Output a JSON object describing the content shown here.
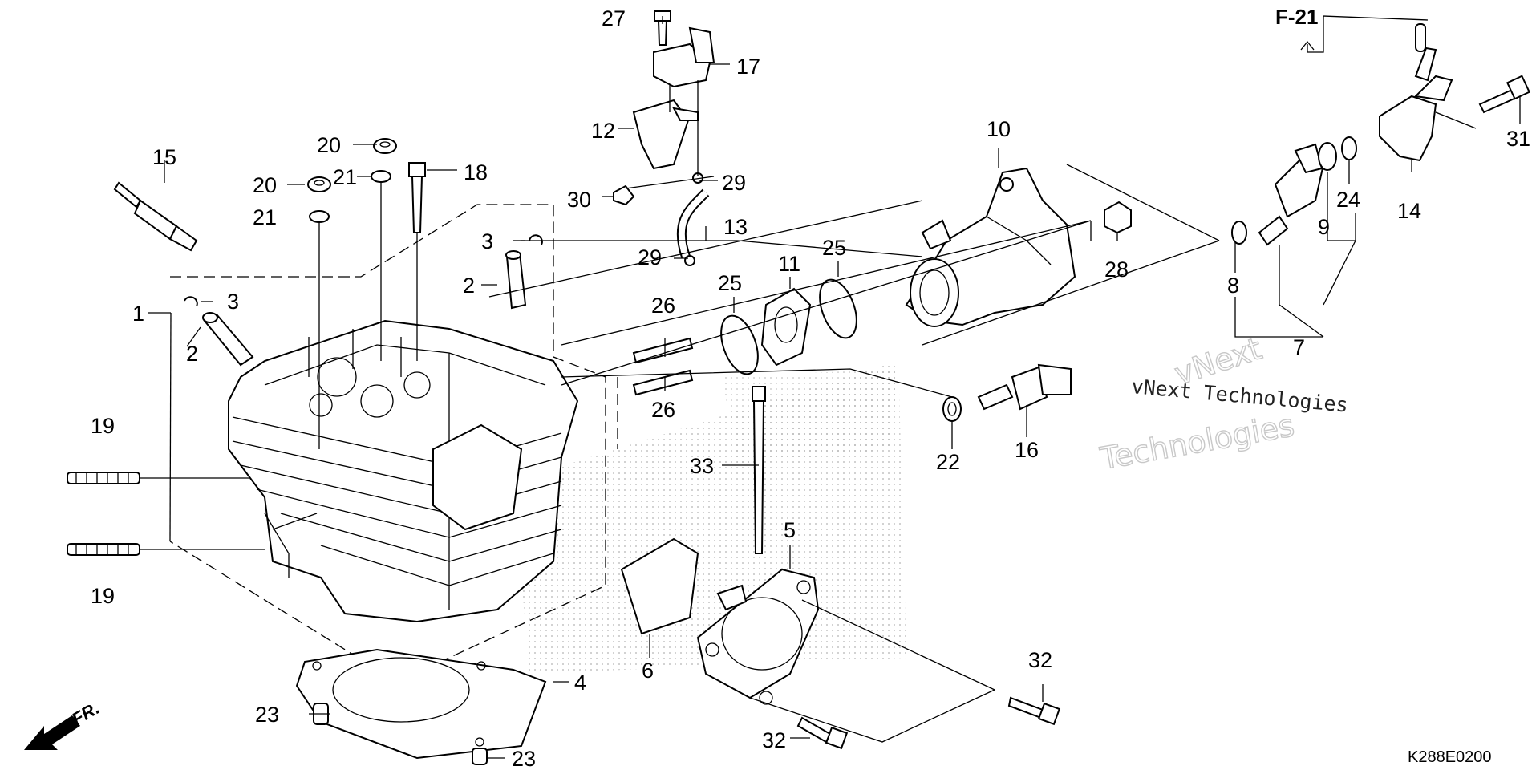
{
  "diagram": {
    "figure_ref": "F-21",
    "front_marker": "FR.",
    "drawing_code": "K288E0200",
    "watermark": {
      "brand": "vNext",
      "brand_sub": "Technologies",
      "line": "vNext Technologies"
    },
    "labels": {
      "p1": "1",
      "p2a": "2",
      "p2b": "2",
      "p3a": "3",
      "p3b": "3",
      "p4": "4",
      "p5": "5",
      "p6": "6",
      "p7": "7",
      "p8": "8",
      "p9": "9",
      "p10": "10",
      "p11": "11",
      "p12": "12",
      "p13": "13",
      "p14": "14",
      "p15": "15",
      "p16": "16",
      "p17": "17",
      "p18": "18",
      "p19a": "19",
      "p19b": "19",
      "p20a": "20",
      "p20b": "20",
      "p21a": "21",
      "p21b": "21",
      "p22": "22",
      "p23a": "23",
      "p23b": "23",
      "p24": "24",
      "p25a": "25",
      "p25b": "25",
      "p26a": "26",
      "p26b": "26",
      "p27": "27",
      "p28": "28",
      "p29a": "29",
      "p29b": "29",
      "p30": "30",
      "p31": "31",
      "p32a": "32",
      "p32b": "32",
      "p33": "33"
    }
  }
}
